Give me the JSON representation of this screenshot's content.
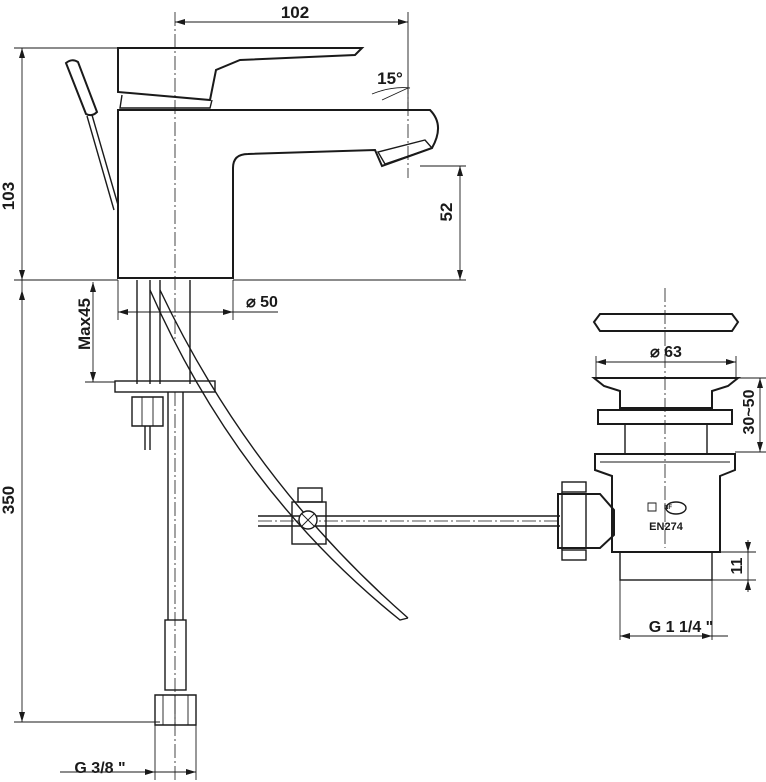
{
  "dimensions": {
    "width": "102",
    "height": "103",
    "spout_angle": "15°",
    "spout_height": "52",
    "base_diameter": "⌀ 50",
    "max_deck": "Max45",
    "hose_length": "350",
    "hose_connection": "G 3/8 \"",
    "plug_diameter": "⌀ 63",
    "plug_stroke": "30~50",
    "waste_thread_len": "11",
    "waste_thread": "G 1 1/4 \""
  },
  "marks": {
    "standard": "EN274",
    "certification_logo": "NF"
  }
}
